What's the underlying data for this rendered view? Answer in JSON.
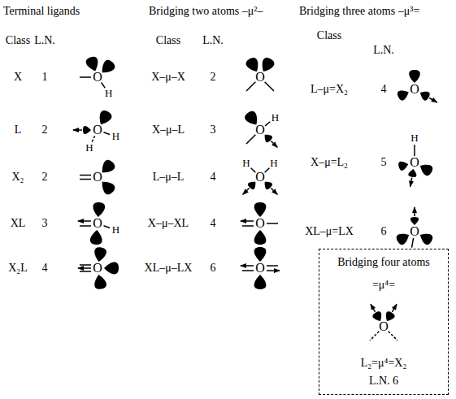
{
  "diagram": {
    "nodes": [
      {
        "text": [
          "Bridging four atoms",
          "=μ⁴=",
          "L₂=μ⁴=X₂",
          "L.N. 6"
        ]
      }
    ],
    "labels": [
      "Terminal ligands",
      "Bridging two atoms –μ²–",
      "Bridging three atoms –μ³=",
      "Class",
      "L.N.",
      "Class",
      "L.N.",
      "Class",
      "L.N.",
      "X",
      "1",
      "L",
      "2",
      "X₂",
      "2",
      "XL",
      "3",
      "X₂L",
      "4",
      "X–μ–X",
      "2",
      "X–μ–L",
      "3",
      "L–μ–L",
      "4",
      "X–μ–XL",
      "4",
      "XL–μ–LX",
      "6",
      "L–μ=X₂",
      "4",
      "X–μ=L₂",
      "5",
      "XL–μ=LX",
      "6",
      "O",
      "H",
      "O",
      "H",
      "H",
      "O",
      "O",
      "H",
      "O",
      "O",
      "O",
      "H",
      "O",
      "H",
      "H",
      "O",
      "O",
      "O",
      "O",
      "H",
      "O",
      "O"
    ]
  }
}
